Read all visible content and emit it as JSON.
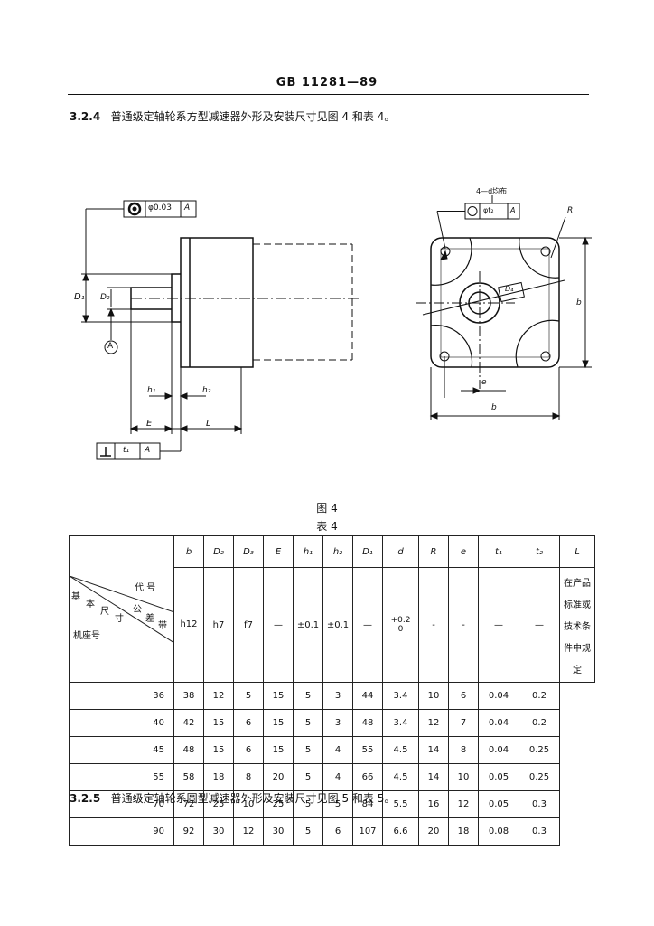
{
  "header": "GB 11281—89",
  "sections": {
    "s324": {
      "num": "3.2.4",
      "text": "普通级定轴轮系方型减速器外形及安装尺寸见图 4 和表 4。"
    },
    "s325": {
      "num": "3.2.5",
      "text": "普通级定轴轮系圆型减速器外形及安装尺寸见图 5 和表 5。"
    }
  },
  "figure": {
    "caption": "图 4",
    "left": {
      "tol_top": "φ0.03",
      "datum_A": "A",
      "tol_bottom_value": "t₁",
      "D1": "D₁",
      "D2": "D₂",
      "h1": "h₁",
      "h2": "h₂",
      "E": "E",
      "L": "L"
    },
    "right": {
      "note": "4—d均布",
      "tol_value": "φt₂",
      "tol_datum": "A",
      "R": "R",
      "D4": "D₄",
      "b_vertical": "b",
      "b_horizontal": "b",
      "e": "e"
    }
  },
  "table": {
    "caption": "表 4",
    "corner": {
      "daihao": "代 号",
      "jiben": "基",
      "ben": "本",
      "chi": "尺",
      "cun": "寸",
      "gong": "公",
      "cha": "差",
      "dai": "带",
      "jizuohao": "机座号"
    },
    "codes": [
      "b",
      "D₂",
      "D₃",
      "E",
      "h₁",
      "h₂",
      "D₁",
      "d",
      "R",
      "e",
      "t₁",
      "t₂",
      "L"
    ],
    "tolerances": [
      "h12",
      "h7",
      "f7",
      "—",
      "±0.1",
      "±0.1",
      "—",
      "+0.2\n0",
      "-",
      "-",
      "—",
      "—"
    ],
    "rows": [
      {
        "frame": "36",
        "values": [
          "38",
          "12",
          "5",
          "15",
          "5",
          "3",
          "44",
          "3.4",
          "10",
          "6",
          "0.04",
          "0.2"
        ]
      },
      {
        "frame": "40",
        "values": [
          "42",
          "15",
          "6",
          "15",
          "5",
          "3",
          "48",
          "3.4",
          "12",
          "7",
          "0.04",
          "0.2"
        ]
      },
      {
        "frame": "45",
        "values": [
          "48",
          "15",
          "6",
          "15",
          "5",
          "4",
          "55",
          "4.5",
          "14",
          "8",
          "0.04",
          "0.25"
        ]
      },
      {
        "frame": "55",
        "values": [
          "58",
          "18",
          "8",
          "20",
          "5",
          "4",
          "66",
          "4.5",
          "14",
          "10",
          "0.05",
          "0.25"
        ]
      },
      {
        "frame": "70",
        "values": [
          "72",
          "25",
          "10",
          "25",
          "5",
          "5",
          "84",
          "5.5",
          "16",
          "12",
          "0.05",
          "0.3"
        ]
      },
      {
        "frame": "90",
        "values": [
          "92",
          "30",
          "12",
          "30",
          "5",
          "6",
          "107",
          "6.6",
          "20",
          "18",
          "0.08",
          "0.3"
        ]
      }
    ],
    "L_note": "在产品标准或技术条件中规定"
  }
}
